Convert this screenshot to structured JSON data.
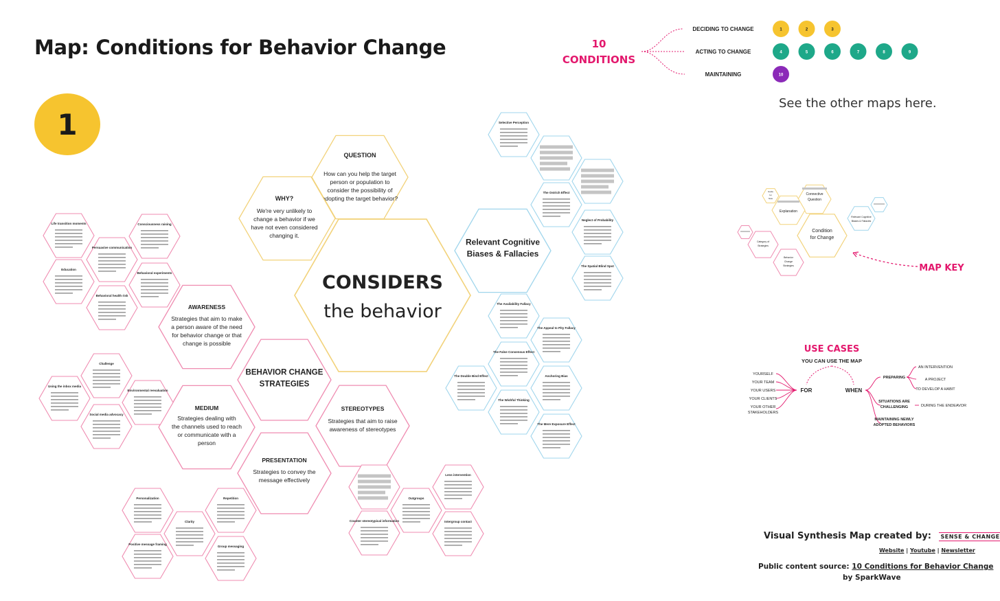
{
  "title": "Map: Conditions for Behavior Change",
  "badge": "1",
  "see_other_maps": "See the other maps here.",
  "conditions": {
    "label_line1": "10",
    "label_line2": "CONDITIONS",
    "phases": [
      {
        "label": "DECIDING TO CHANGE",
        "color": "#f6c42f",
        "dots": [
          "1",
          "2",
          "3"
        ]
      },
      {
        "label": "ACTING TO CHANGE",
        "color": "#1ea889",
        "dots": [
          "4",
          "5",
          "6",
          "7",
          "8",
          "9"
        ]
      },
      {
        "label": "MAINTAINING",
        "color": "#8b2ab8",
        "dots": [
          "10"
        ]
      }
    ]
  },
  "colors": {
    "yellow": "#f2d27a",
    "pink": "#ef8bb0",
    "blue": "#9fd5ec",
    "accent": "#e3186d"
  },
  "center": {
    "title": "CONSIDERS",
    "subtitle": "the behavior"
  },
  "question": {
    "title": "QUESTION",
    "body": "How can you help the target person or population to consider the possibility of adopting the target behavior?"
  },
  "why": {
    "title": "WHY?",
    "body": "We're very unlikely to change a behavior if we have not even considered changing it."
  },
  "biases_title": "Relevant Cognitive Biases & Fallacies",
  "strategies_title": "BEHAVIOR CHANGE STRATEGIES",
  "awareness": {
    "title": "AWARENESS",
    "body": "Strategies that aim to make a person aware of the need for behavior change or that change is possible"
  },
  "medium": {
    "title": "MEDIUM",
    "body": "Strategies dealing with the channels used to reach or communicate with a person"
  },
  "presentation": {
    "title": "PRESENTATION",
    "body": "Strategies to convey the message effectively"
  },
  "stereotypes": {
    "title": "STEREOTYPES",
    "body": "Strategies that aim to raise awareness of stereotypes"
  },
  "small": {
    "awareness": [
      "Life transition moments",
      "Consciousness raising",
      "Persuasive communication",
      "Behavioral experiments",
      "Education",
      "Behavioral health risk"
    ],
    "medium": [
      "Challenge",
      "Using the inbox media",
      "Environmental reevaluation",
      "Social media advocacy"
    ],
    "presentation": [
      "Personalization",
      "Repetition",
      "Clarity",
      "Positive message framing",
      "Group messaging"
    ],
    "stereotypes": [
      "Outgroups",
      "Counter stereotypical information",
      "Lens intervention",
      "Intergroup contact"
    ],
    "biases": [
      "Selective Perception",
      "The Ostrich Effect",
      "Neglect of Probability",
      "The Spatial Blind Spot",
      "The Availability Fallacy",
      "The Appeal to Pity Fallacy",
      "The False Consensus Effect",
      "The Double Bind Effect",
      "Anchoring Bias",
      "The Wishful Thinking",
      "The Mere Exposure Effect"
    ]
  },
  "map_key": {
    "label": "MAP KEY",
    "center": "Condition for Change",
    "question": "Connective Question",
    "explanation": "Explanation",
    "biases": "Relevant Cognitive Biases & Fallacies",
    "strategies": "Behavior Change Strategies",
    "category": "Category of Strategies",
    "small_left": "Guide for Note"
  },
  "use_cases": {
    "title": "USE CASES",
    "subtitle": "YOU CAN USE THE MAP",
    "for_label": "FOR",
    "when_label": "WHEN",
    "for_items": [
      "YOURSELF",
      "YOUR TEAM",
      "YOUR USERS",
      "YOUR CLIENTS",
      "YOUR OTHER STAKEHOLDERS"
    ],
    "when_items": [
      "PREPARING",
      "SITUATIONS ARE CHALLENGING",
      "MAINTAINING NEWLY ADOPTED BEHAVIORS"
    ],
    "preparing_items": [
      "AN INTERVENTION",
      "A PROJECT",
      "TO DEVELOP A HABIT"
    ],
    "challenging_items": [
      "DURING THE ENDEAVOR"
    ]
  },
  "credits": {
    "created_by": "Visual Synthesis Map created by:",
    "logo": "SENSE & CHANGE",
    "links": [
      "Website",
      "Youtube",
      "Newsletter"
    ],
    "source_prefix": "Public content source:",
    "source_link": "10 Conditions for Behavior Change",
    "by": "by SparkWave"
  }
}
